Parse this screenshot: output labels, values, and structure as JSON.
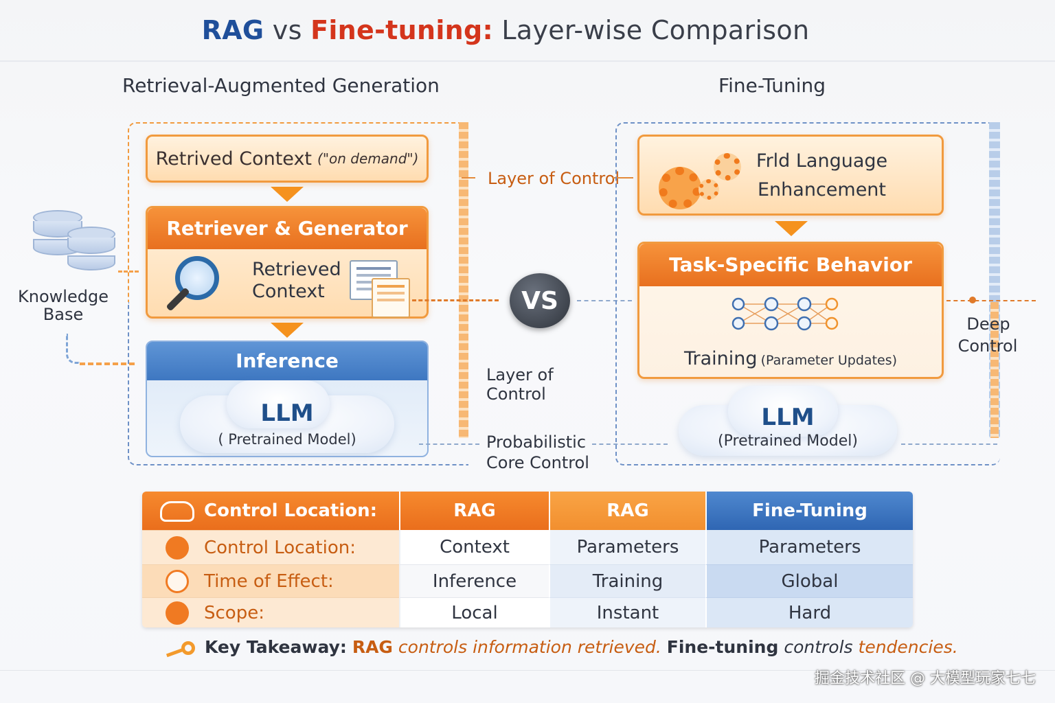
{
  "title": {
    "part_rag": "RAG",
    "part_vs": " vs ",
    "part_ft": "Fine-tuning:",
    "part_rest": " Layer-wise Comparison"
  },
  "left": {
    "section_title": "Retrieval-Augmented Generation",
    "retrieved_context_box": {
      "label": "Retrived Context",
      "note": "(\"on demand\")"
    },
    "retriever_box": {
      "header": "Retriever & Generator",
      "body_line1": "Retrieved",
      "body_line2": "Context"
    },
    "inference_box": {
      "header": "Inference",
      "cloud_title": "LLM",
      "cloud_sub": "( Pretrained Model)"
    },
    "knowledge_base": {
      "line1": "Knowledge",
      "line2": "Base"
    }
  },
  "middle": {
    "layer_of_control_top": "Layer of Control",
    "vs": "VS",
    "layer_of_control_mid_1": "Layer of",
    "layer_of_control_mid_2": "Control",
    "probabilistic_1": "Probabilistic",
    "probabilistic_2": "Core Control"
  },
  "right": {
    "section_title": "Fine-Tuning",
    "frld_box": {
      "line1": "Frld Language",
      "line2": "Enhancement"
    },
    "task_box": {
      "header": "Task-Specific Behavior",
      "training": "Training",
      "training_note": "(Parameter Updates)"
    },
    "cloud_title": "LLM",
    "cloud_sub": "(Pretrained Model)",
    "deep_control_1": "Deep",
    "deep_control_2": "Control"
  },
  "table": {
    "headers": [
      "Control Location:",
      "RAG",
      "RAG",
      "Fine-Tuning"
    ],
    "rows": [
      {
        "label": "Control Location:",
        "icon": "target-icon",
        "c1": "Context",
        "c2": "Parameters",
        "c3": "Parameters"
      },
      {
        "label": "Time of Effect:",
        "icon": "clock-icon",
        "c1": "Inference",
        "c2": "Training",
        "c3": "Global"
      },
      {
        "label": "Scope:",
        "icon": "tag-icon",
        "c1": "Local",
        "c2": "Instant",
        "c3": "Hard"
      }
    ]
  },
  "takeaway": {
    "prefix": "Key Takeaway:",
    "rag": "RAG",
    "rag_text": "controls information retrieved.",
    "ft": "Fine-tuning",
    "ft_text": "controls",
    "ft_end": "tendencies."
  },
  "watermark": "掘金技术社区 @ 大模型玩家七七",
  "colors": {
    "orange": "#f19a3e",
    "deep_orange": "#e8701f",
    "blue": "#3e77c1",
    "red": "#d4351c"
  }
}
